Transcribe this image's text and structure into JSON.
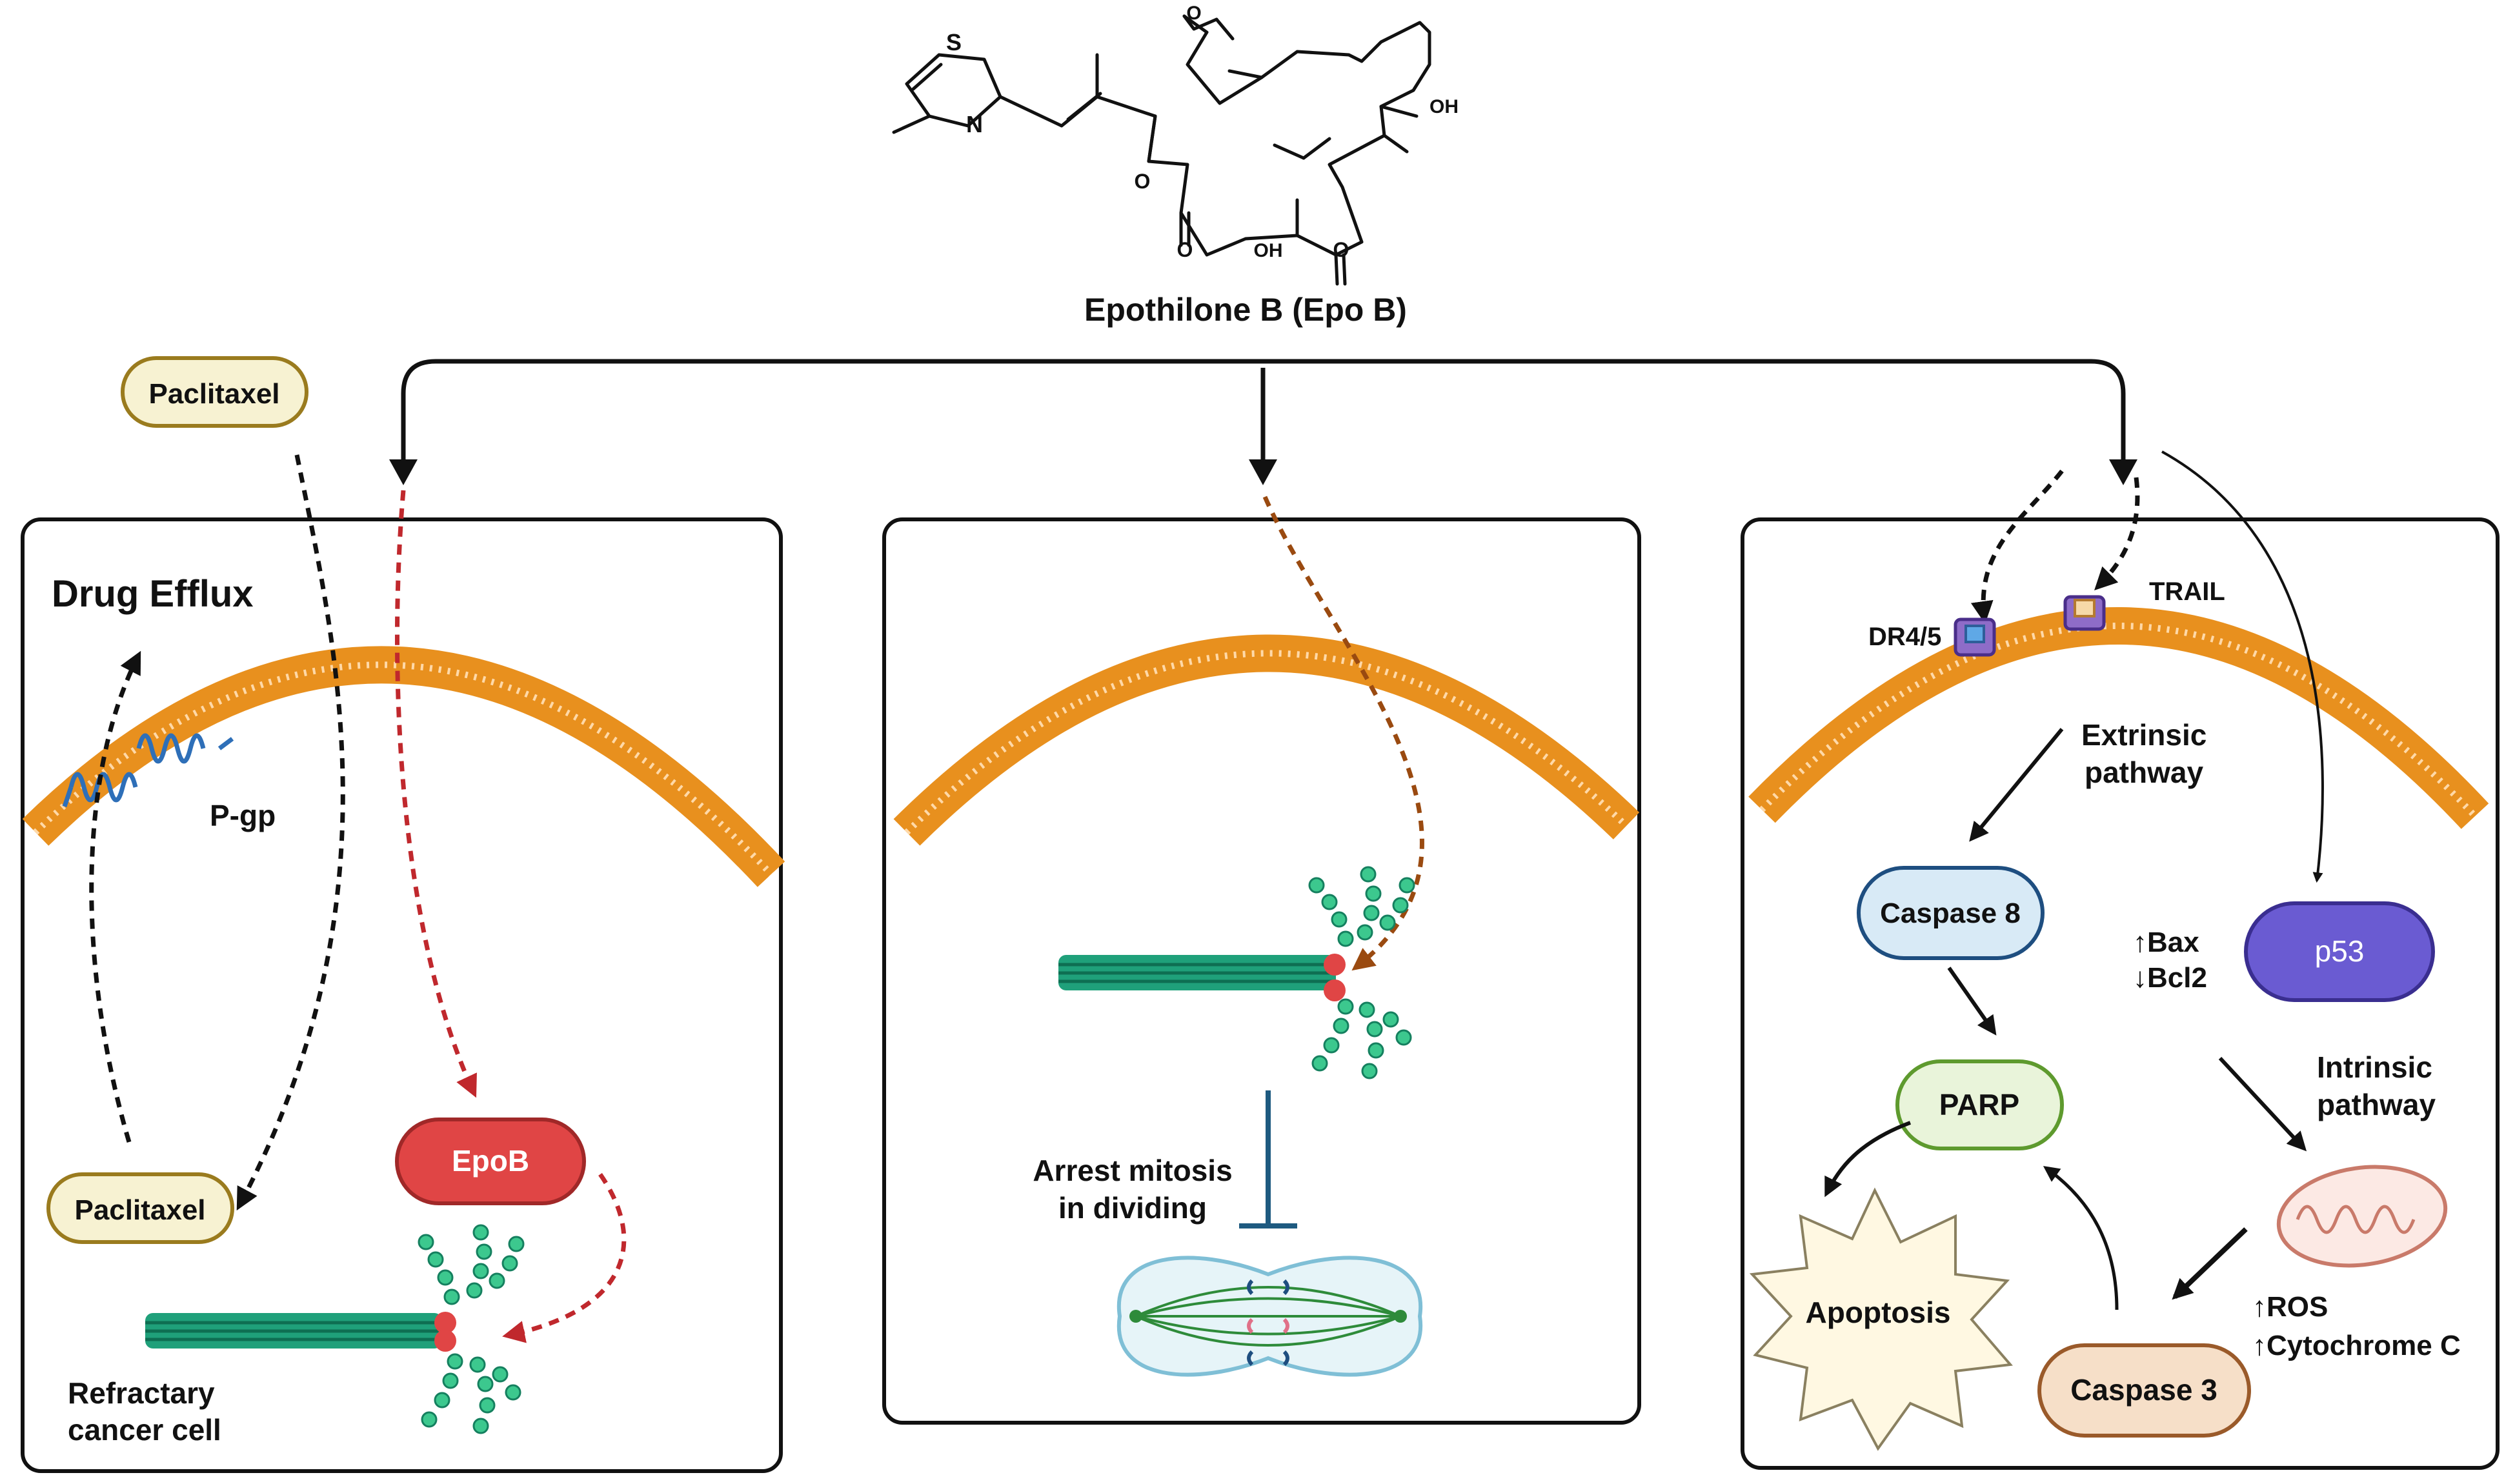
{
  "compound": {
    "name": "Epothilone B (Epo B)",
    "atoms": {
      "s": "S",
      "n": "N",
      "o": "O",
      "oh": "OH"
    }
  },
  "panel_left": {
    "title": "Drug Efflux",
    "paclitaxel_top": "Paclitaxel",
    "paclitaxel_bottom": "Paclitaxel",
    "pgp": "P-gp",
    "epob": "EpoB",
    "cell_line1": "Refractary",
    "cell_line2": "cancer cell"
  },
  "panel_middle": {
    "arrest_line1": "Arrest mitosis",
    "arrest_line2": "in dividing"
  },
  "panel_right": {
    "dr45": "DR4/5",
    "trail": "TRAIL",
    "extrinsic_line1": "Extrinsic",
    "extrinsic_line2": "pathway",
    "caspase8": "Caspase 8",
    "bax": "↑Bax",
    "bcl2": "↓Bcl2",
    "p53": "p53",
    "parp": "PARP",
    "intrinsic_line1": "Intrinsic",
    "intrinsic_line2": "pathway",
    "apoptosis": "Apoptosis",
    "ros": "↑ROS",
    "cytochrome": "↑Cytochrome C",
    "caspase3": "Caspase 3"
  },
  "colors": {
    "membrane": "#E8901E",
    "tubulin": "#1FA07A",
    "epob_red": "#E04545",
    "paclitaxel_fill": "#F7F2D2",
    "paclitaxel_stroke": "#9A7B1E",
    "caspase8_fill": "#D8EAF6",
    "parp_fill": "#E9F4DA",
    "caspase3_fill": "#F6DFC8",
    "p53_fill": "#6A5BD2",
    "pgp_blue": "#2E6FB8"
  }
}
